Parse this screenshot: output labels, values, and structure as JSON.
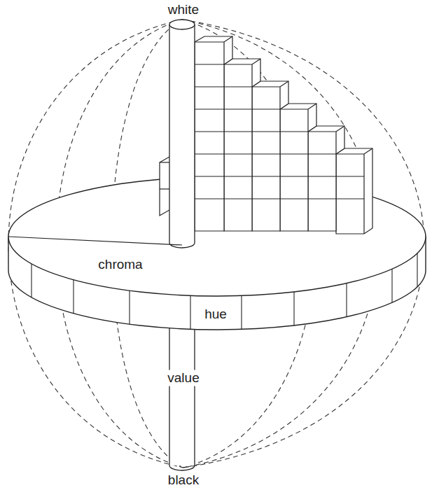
{
  "diagram": {
    "labels": [
      "white",
      "chroma",
      "hue",
      "value",
      "black"
    ]
  }
}
